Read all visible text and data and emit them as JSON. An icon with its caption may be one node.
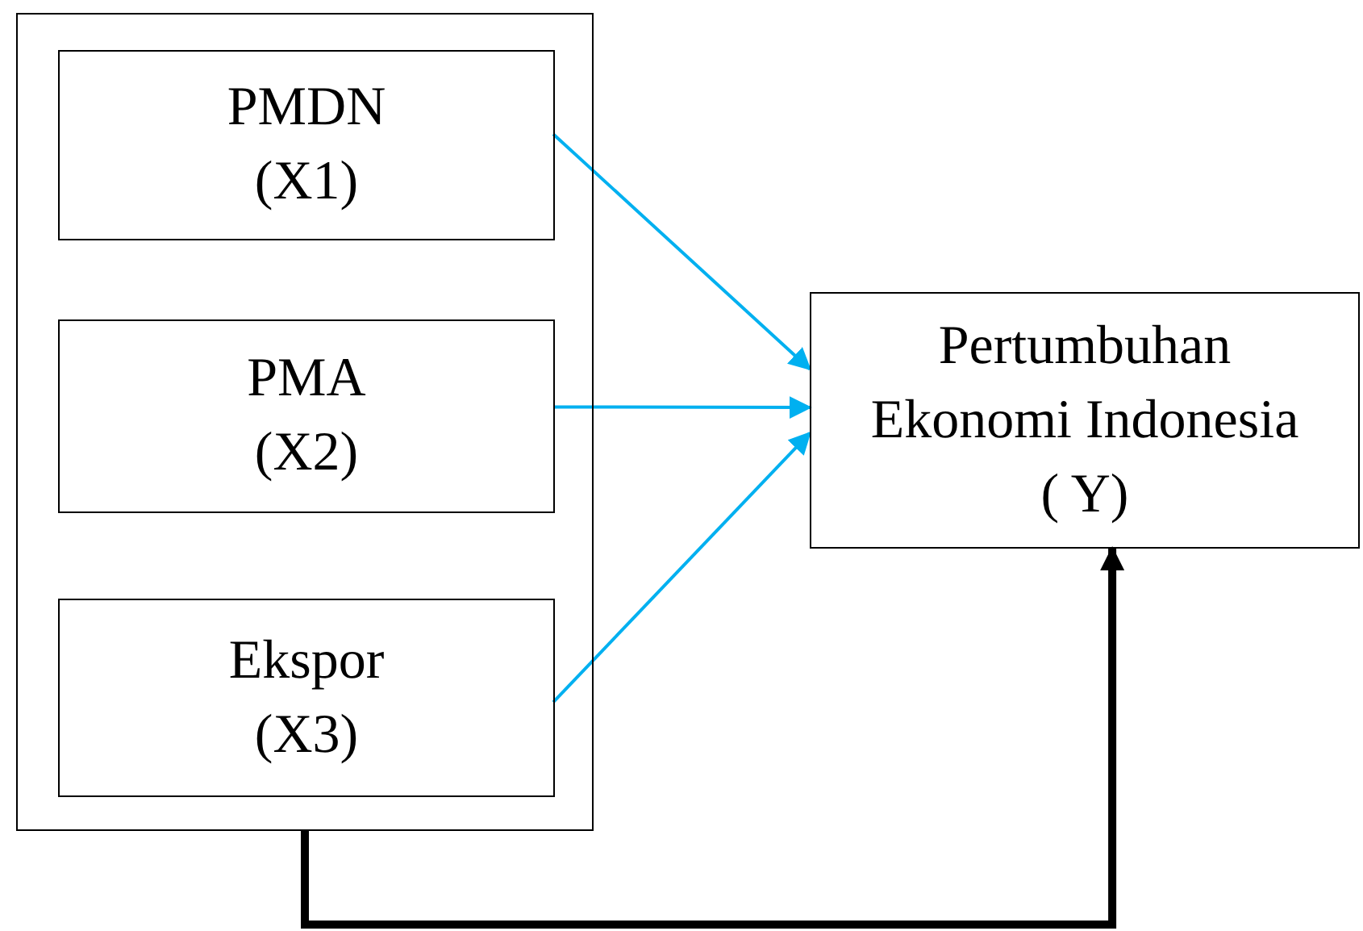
{
  "diagram": {
    "nodes": [
      {
        "text": [],
        "shape": "box"
      },
      {
        "text": [
          "PMDN (X1)"
        ],
        "in": 0
      },
      {
        "text": [
          "PMA (X2)"
        ],
        "in": 0
      },
      {
        "text": [
          "Ekspor (X3)"
        ],
        "in": 0
      },
      {
        "text": [
          "Pertumbuhan Ekonomi Indonesia ( Y)"
        ]
      }
    ],
    "edges": [
      {
        "from": 1,
        "to": 4,
        "arrow": "to",
        "color": "#00b0f0"
      },
      {
        "from": 2,
        "to": 4,
        "arrow": "to",
        "color": "#00b0f0"
      },
      {
        "from": 3,
        "to": 4,
        "arrow": "to",
        "color": "#00b0f0"
      },
      {
        "from": 0,
        "to": 4,
        "arrow": "to",
        "style": "thick",
        "color": "#000000"
      }
    ]
  }
}
